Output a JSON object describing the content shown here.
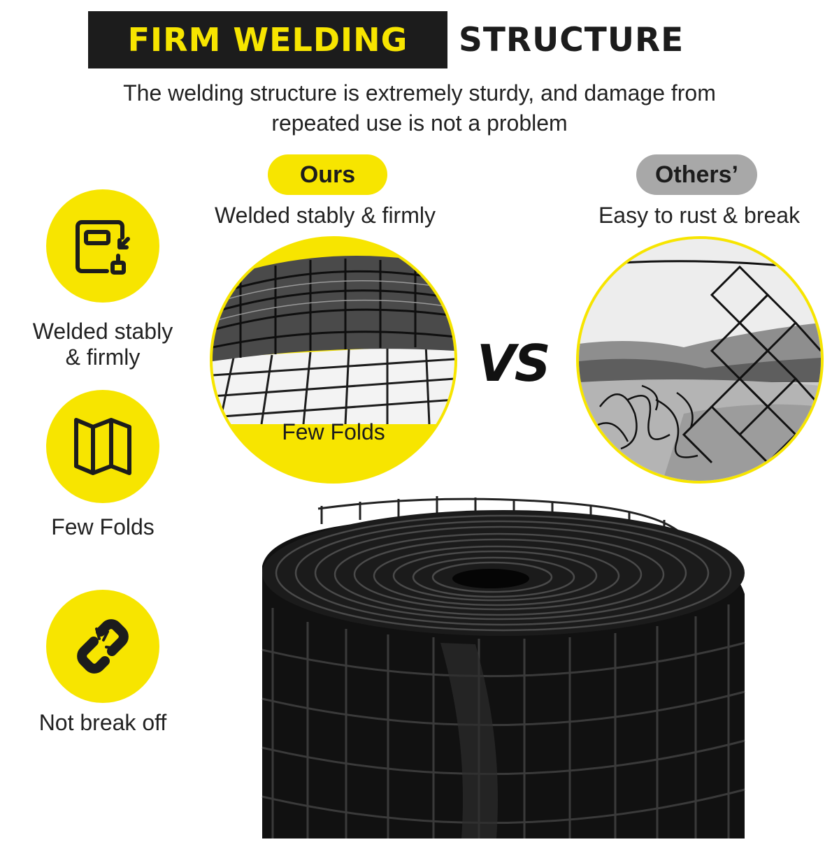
{
  "header": {
    "title_highlight": "FIRM WELDING",
    "title_rest": "STRUCTURE",
    "subtitle_line1": "The welding structure is extremely sturdy, and damage from",
    "subtitle_line2": "repeated use is not a problem"
  },
  "comparison": {
    "ours": {
      "tag": "Ours",
      "caption": "Welded stably & firmly",
      "overlay_label": "Few Folds"
    },
    "others": {
      "tag": "Others’",
      "caption": "Easy to rust & break"
    },
    "vs_label": "VS"
  },
  "features": [
    {
      "icon": "weld-joint-icon",
      "label_line1": "Welded stably",
      "label_line2": "& firmly"
    },
    {
      "icon": "folded-map-icon",
      "label_line1": "Few Folds",
      "label_line2": ""
    },
    {
      "icon": "broken-chain-icon",
      "label_line1": "Not break off",
      "label_line2": ""
    }
  ],
  "colors": {
    "accent": "#f7e500",
    "dark": "#1c1c1c",
    "gray_tag": "#a8a8a8"
  }
}
